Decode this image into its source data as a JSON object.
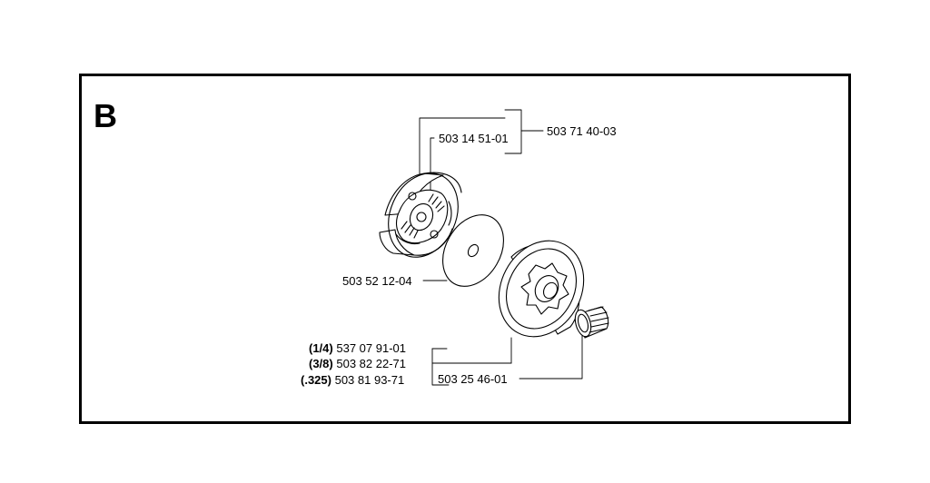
{
  "section_letter": "B",
  "labels": {
    "clutch_assembly": "503 71 40-03",
    "clutch_shoe": "503 14 51-01",
    "washer": "503 52 12-04",
    "bearing": "503 25 46-01",
    "drum_quarter": {
      "size": "(1/4)",
      "part": "537 07 91-01"
    },
    "drum_three_eighths": {
      "size": "(3/8)",
      "part": "503 82 22-71"
    },
    "drum_325": {
      "size": "(.325)",
      "part": "503 81 93-71"
    }
  },
  "colors": {
    "line": "#000000",
    "background": "#ffffff"
  }
}
